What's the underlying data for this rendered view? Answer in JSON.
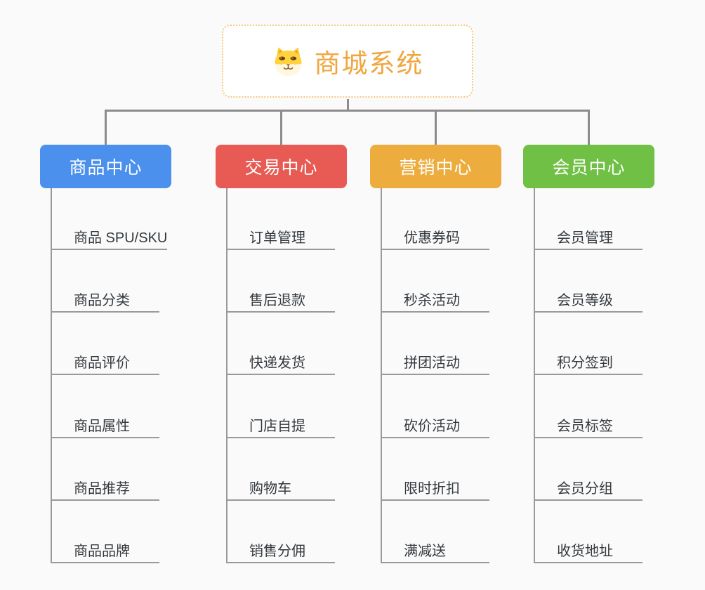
{
  "background": "#fafafa",
  "connector_color": "#8c8c8c",
  "line_color": "#9a9a9a",
  "root": {
    "title": "商城系统",
    "icon": "dog-face-icon",
    "accent": "#f0a63e",
    "border_color": "#f6c87d"
  },
  "branches": [
    {
      "label": "商品中心",
      "color": "#4a90ec",
      "items": [
        "商品 SPU/SKU",
        "商品分类",
        "商品评价",
        "商品属性",
        "商品推荐",
        "商品品牌"
      ]
    },
    {
      "label": "交易中心",
      "color": "#e85b54",
      "items": [
        "订单管理",
        "售后退款",
        "快递发货",
        "门店自提",
        "购物车",
        "销售分佣"
      ]
    },
    {
      "label": "营销中心",
      "color": "#edad3e",
      "items": [
        "优惠券码",
        "秒杀活动",
        "拼团活动",
        "砍价活动",
        "限时折扣",
        "满减送"
      ]
    },
    {
      "label": "会员中心",
      "color": "#6fc044",
      "items": [
        "会员管理",
        "会员等级",
        "积分签到",
        "会员标签",
        "会员分组",
        "收货地址"
      ]
    }
  ]
}
